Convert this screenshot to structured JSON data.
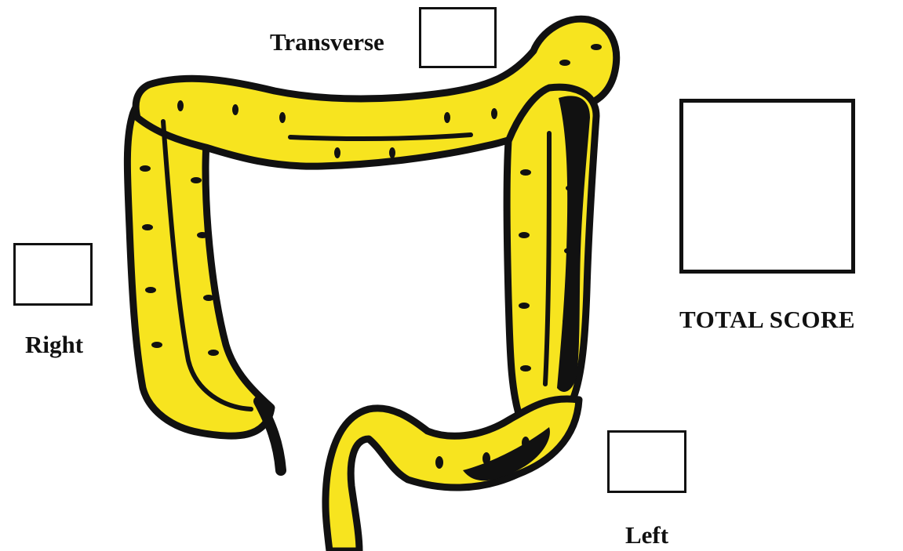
{
  "colors": {
    "colon_fill": "#f7e41f",
    "outline": "#111111",
    "background": "#ffffff"
  },
  "labels": {
    "transverse": "Transverse",
    "right": "Right",
    "left": "Left",
    "total": "TOTAL SCORE"
  },
  "score_boxes": {
    "transverse": "",
    "right": "",
    "left": "",
    "total": ""
  }
}
